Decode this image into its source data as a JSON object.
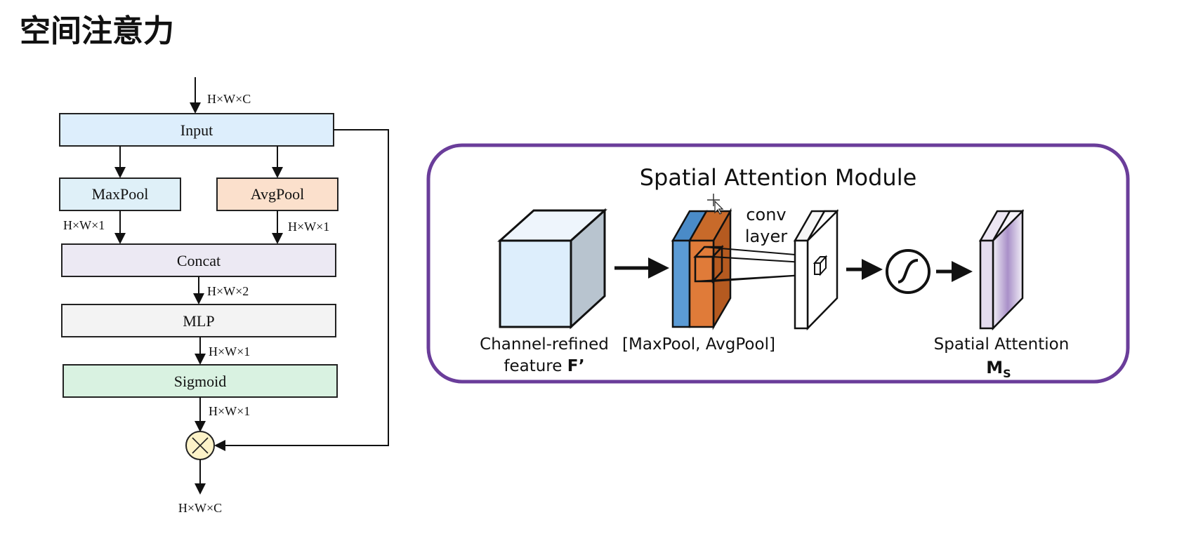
{
  "title": "空间注意力",
  "flow": {
    "input_dim": "H×W×C",
    "input_label": "Input",
    "maxpool_label": "MaxPool",
    "avgpool_label": "AvgPool",
    "maxpool_dim": "H×W×1",
    "avgpool_dim": "H×W×1",
    "concat_label": "Concat",
    "concat_dim": "H×W×2",
    "mlp_label": "MLP",
    "mlp_dim": "H×W×1",
    "sigmoid_label": "Sigmoid",
    "sigmoid_dim": "H×W×1",
    "output_dim": "H×W×C"
  },
  "module": {
    "title": "Spatial Attention Module",
    "conv_label_1": "conv",
    "conv_label_2": "layer",
    "feature_label_1": "Channel-refined",
    "feature_label_2": "feature",
    "feature_symbol": "F’",
    "pool_label": "[MaxPool, AvgPool]",
    "output_label": "Spatial Attention",
    "output_symbol": "M",
    "output_subscript": "S",
    "border_color": "#6a3d9a"
  },
  "colors": {
    "input_fill": "#ddeefc",
    "maxpool_fill": "#dff0f8",
    "avgpool_fill": "#fbe0cc",
    "concat_fill": "#ece9f3",
    "mlp_fill": "#f3f3f3",
    "sigmoid_fill": "#d9f2e1",
    "multiply_fill": "#fdf3c8",
    "cube_front": "#ddeefc",
    "cube_side": "#b8c4cf",
    "pool_blue": "#5b9bd5",
    "pool_orange": "#e07b39"
  }
}
